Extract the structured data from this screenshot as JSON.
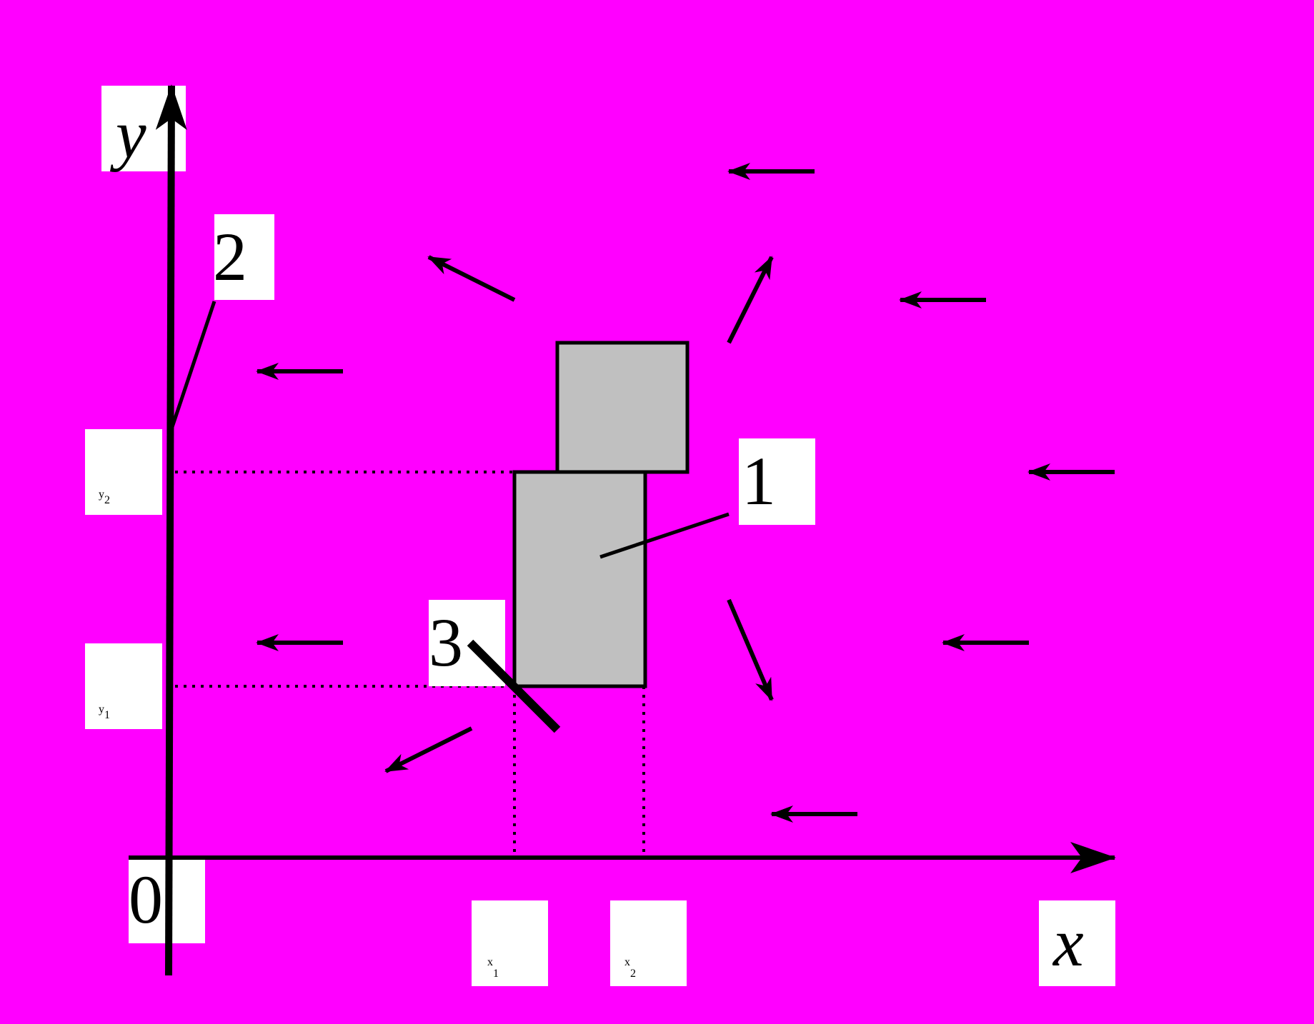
{
  "background_color": "#ff00ff",
  "block_color": "#c0c0c0",
  "label_background_color": "#ffffff",
  "axes": {
    "x_label": "x",
    "y_label": "y",
    "origin_label": "0",
    "x_ticks": [
      {
        "var": "x",
        "sub": "1"
      },
      {
        "var": "x",
        "sub": "2"
      }
    ],
    "y_ticks": [
      {
        "var": "y",
        "sub": "1"
      },
      {
        "var": "y",
        "sub": "2"
      }
    ]
  },
  "callouts": [
    {
      "id": "1"
    },
    {
      "id": "2"
    },
    {
      "id": "3"
    }
  ],
  "flow_arrow_icon": "arrow-icon"
}
